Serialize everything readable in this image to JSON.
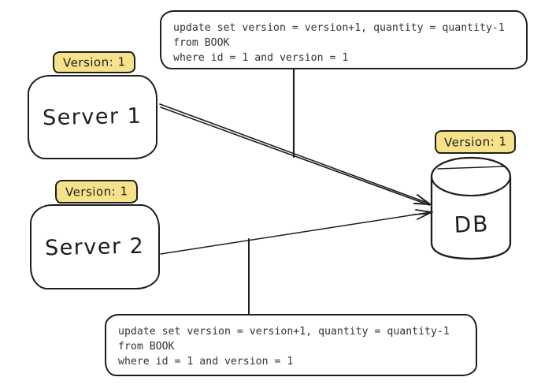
{
  "colors": {
    "background": "#ffffff",
    "stroke": "#1e1e1e",
    "badge_fill": "#f6e28b",
    "code_text": "#333333"
  },
  "nodes": {
    "server1": {
      "label": "Server 1",
      "badge": "Version: 1"
    },
    "server2": {
      "label": "Server 2",
      "badge": "Version: 1"
    },
    "db": {
      "label": "DB",
      "badge": "Version: 1"
    }
  },
  "callouts": {
    "top": {
      "code": "update set version = version+1, quantity = quantity-1\nfrom BOOK\nwhere id = 1 and version = 1"
    },
    "bottom": {
      "code": "update set version = version+1, quantity = quantity-1\nfrom BOOK\nwhere id = 1 and version = 1"
    }
  }
}
